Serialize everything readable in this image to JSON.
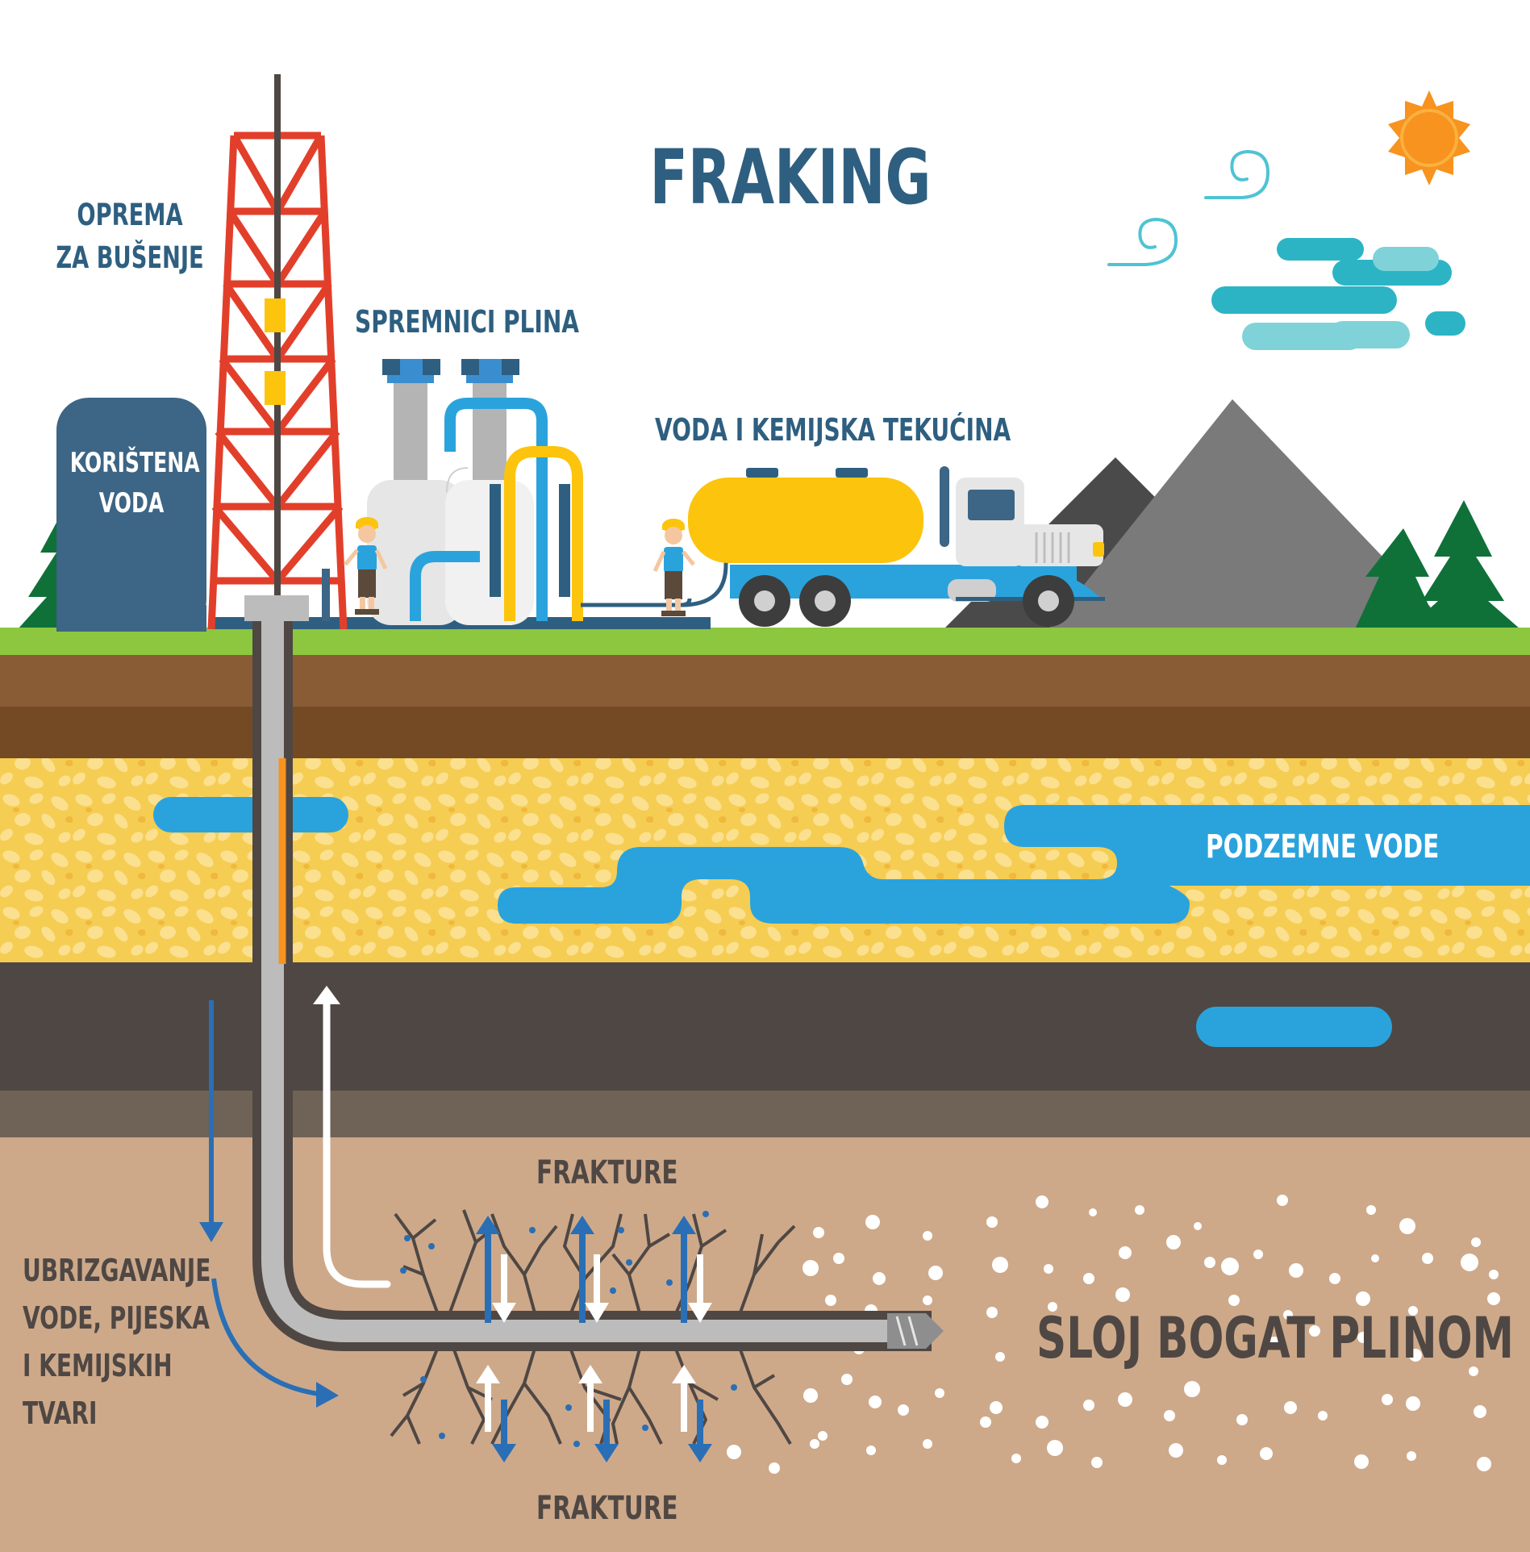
{
  "title": "FRAKING",
  "labels": {
    "drilling_equipment": [
      "OPREMA",
      "ZA BUŠENJE"
    ],
    "used_water": [
      "KORIŠTENA",
      "VODA"
    ],
    "gas_tanks": "SPREMNICI PLINA",
    "water_chemical": "VODA I KEMIJSKA TEKUĆINA",
    "groundwater": "PODZEMNE VODE",
    "fractures_top": "FRAKTURE",
    "fractures_bottom": "FRAKTURE",
    "injection": [
      "UBRIZGAVANJE",
      "VODE, PIJESKA",
      "I KEMIJSKIH",
      "TVARI"
    ],
    "gas_layer": "SLOJ BOGAT PLINOM"
  },
  "colors": {
    "title": "#2e5f80",
    "label": "#2e5f80",
    "water": "#2aa3dd",
    "grass": "#8dc63f",
    "soil": "#8a5c35",
    "soil_dark": "#744a25",
    "sand": "#f5cd53",
    "rock": "#4f4743",
    "rock_light": "#6f6256",
    "gas_layer": "#cda98a",
    "derrick": "#e23f2b",
    "tanker": "#fcc40d",
    "pipe_blue": "#2aa3dd",
    "tree": "#0f7138",
    "sun": "#f7931e"
  },
  "icons": [
    "drill-derrick-icon",
    "water-tank-icon",
    "gas-storage-tanks-icon",
    "worker-icon",
    "tanker-truck-icon",
    "mountain-icon",
    "tree-icon",
    "sun-icon",
    "cloud-icon",
    "wind-icon",
    "arrow-icon",
    "drill-bit-icon"
  ]
}
